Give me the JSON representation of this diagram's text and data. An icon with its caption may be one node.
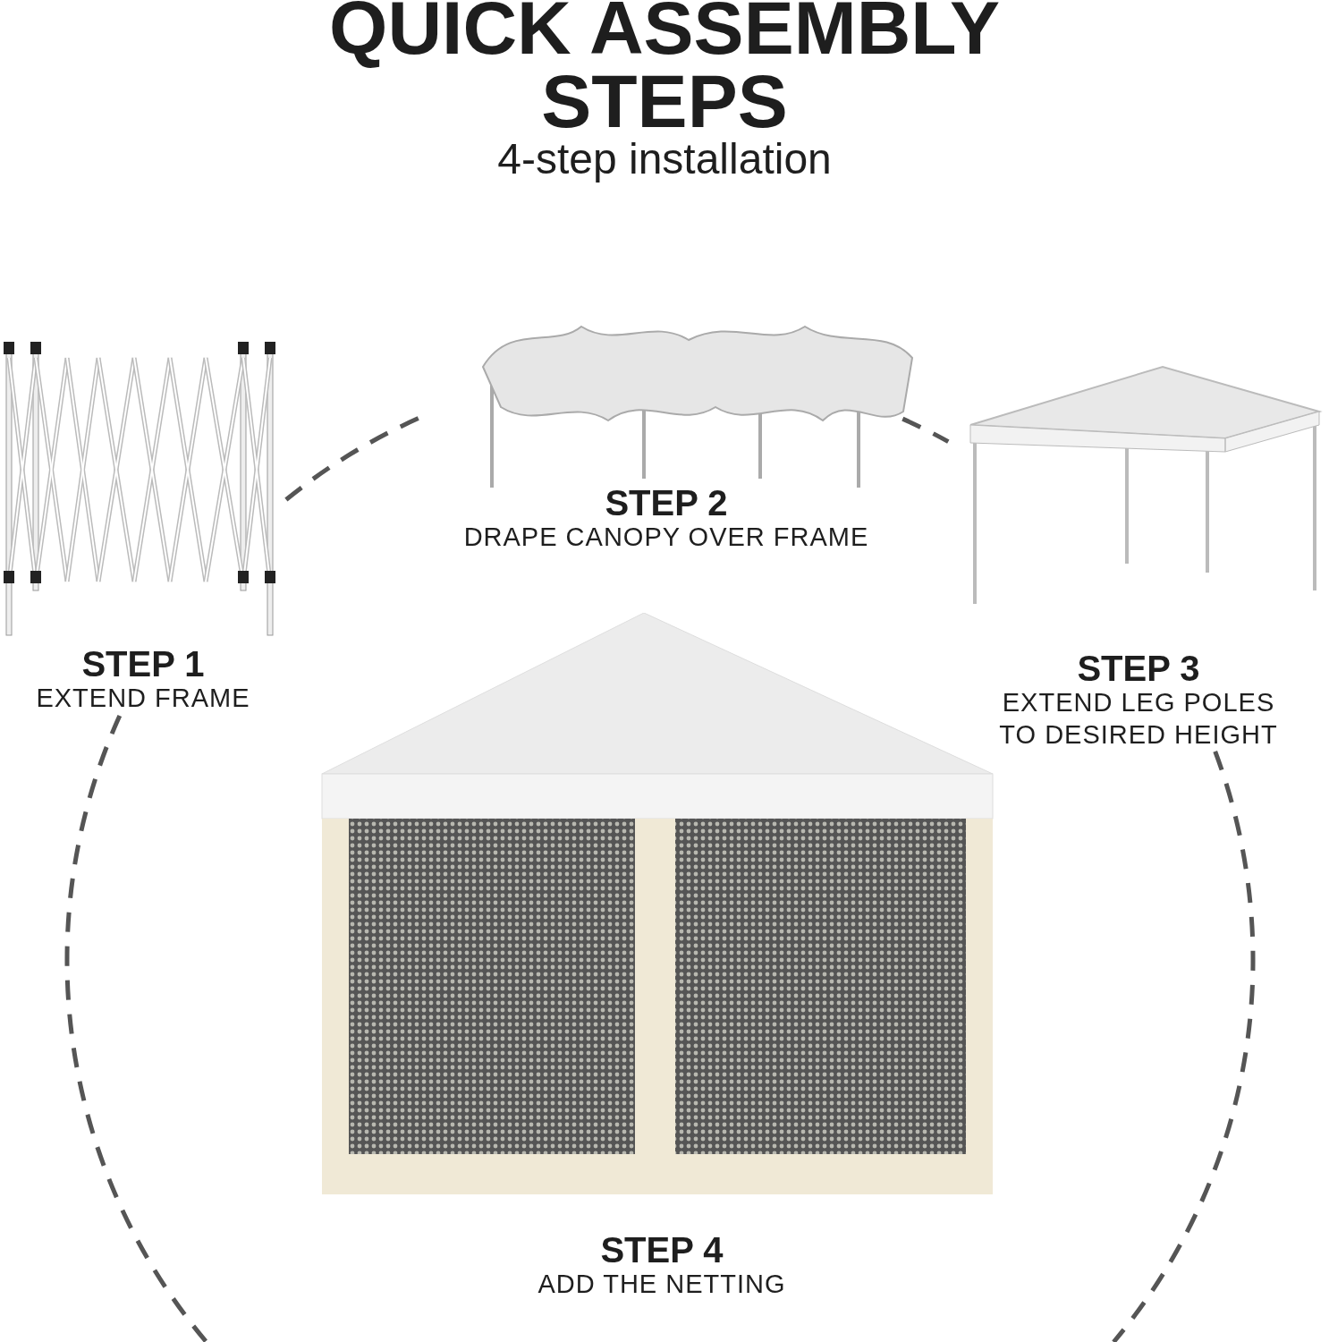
{
  "diagram": {
    "title": "QUICK ASSEMBLY STEPS",
    "nodes": [
      {
        "text": [
          "STEP 1",
          "EXTEND FRAME"
        ]
      },
      {
        "text": [
          "STEP 2",
          "DRAPE CANOPY OVER FRAME"
        ]
      },
      {
        "text": [
          "STEP 3",
          "EXTEND LEG POLES TO DESIRED HEIGHT"
        ]
      },
      {
        "text": [
          "STEP 4",
          "ADD THE NETTING"
        ]
      }
    ],
    "edges": [
      {
        "from": 0,
        "to": 1,
        "arrow": "none",
        "style": "dashed"
      },
      {
        "from": 1,
        "to": 2,
        "arrow": "none",
        "style": "dashed"
      },
      {
        "from": 0,
        "to": null,
        "arrow": "none",
        "style": "dashed"
      },
      {
        "from": 2,
        "to": null,
        "arrow": "none",
        "style": "dashed"
      }
    ],
    "labels": [
      "4-step installation"
    ]
  }
}
